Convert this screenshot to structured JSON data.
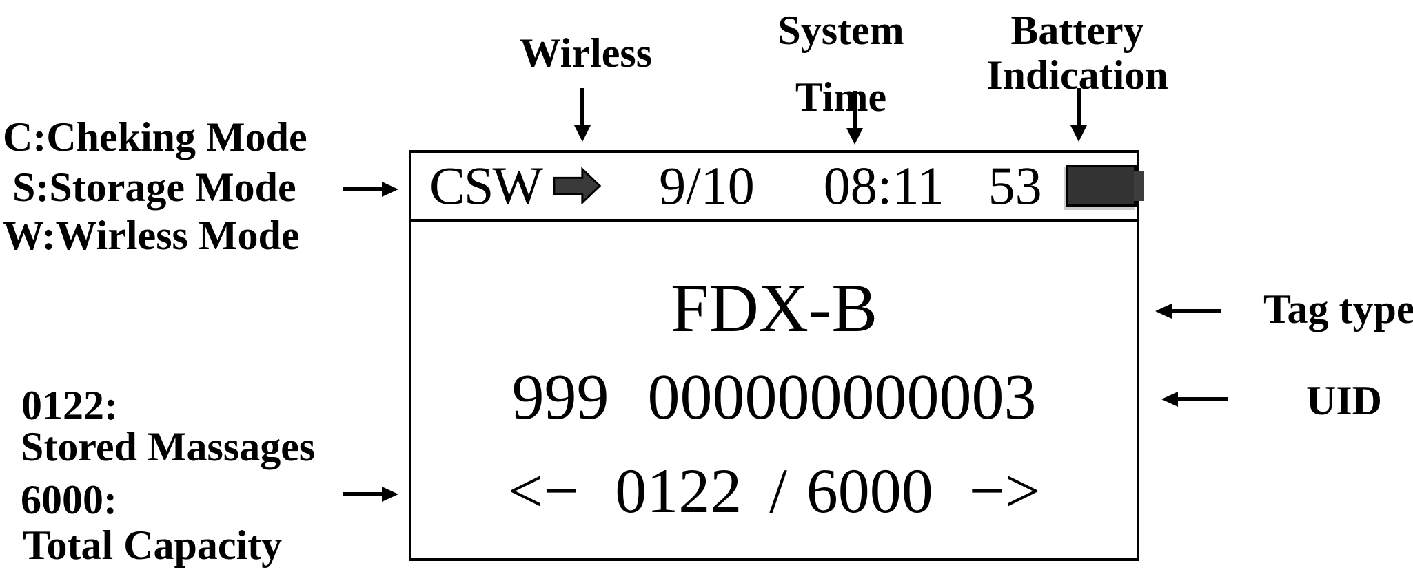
{
  "device_display": {
    "status_bar": {
      "mode_indicator": "CSW",
      "wireless_arrow_icon": "block-right-arrow",
      "date": "9/10",
      "time": "08:11",
      "battery_level": "53",
      "battery_icon": "battery-full"
    },
    "screen": {
      "tag_type": "FDX-B",
      "uid_country_code": "999",
      "uid_number": "000000000003",
      "pager": {
        "prev_arrow": "<−",
        "stored_count": "0122",
        "separator": "/",
        "total_capacity": "6000",
        "next_arrow": "−>"
      }
    }
  },
  "annotations": {
    "mode_legend": {
      "line1": "C:Cheking Mode",
      "line2": "S:Storage Mode",
      "line3": "W:Wirless Mode"
    },
    "wireless_label": "Wirless",
    "system_time_label": {
      "line1": "System",
      "line2": "Time"
    },
    "battery_label": {
      "line1": "Battery",
      "line2": "Indication"
    },
    "tag_type_label": "Tag type",
    "uid_label": "UID",
    "stored_messages_legend": {
      "value": "0122:",
      "label": "Stored Massages"
    },
    "total_capacity_legend": {
      "value": "6000:",
      "label": "Total Capacity"
    }
  },
  "colors": {
    "ink": "#000000",
    "background": "#ffffff",
    "battery_fill": "#333333",
    "status_arrow_fill": "#3a3a3a"
  }
}
